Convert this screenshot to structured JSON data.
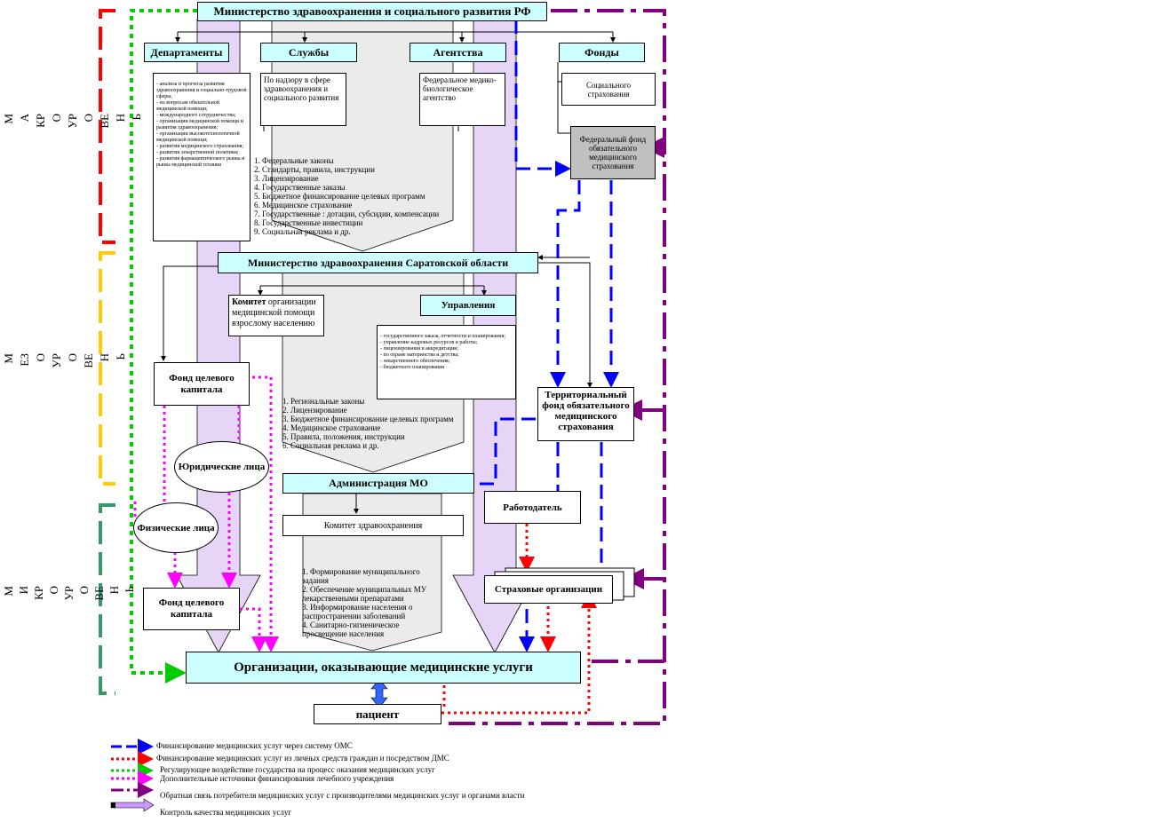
{
  "levels": {
    "macro": "М\nА\nКР\nО\nУР\nО\nВЕ\nН\nЬ",
    "meso": "М\nЕЗ\nО\nУР\nО\nВЕ\nН\nЬ",
    "micro": "М\nИ\nКР\nО\nУР\nО\nВЕ\nН\nЬ"
  },
  "nodes": {
    "ministry_rf": "Министерство здравоохранения и социального развития РФ",
    "departments": "Департаменты",
    "departments_text": "- анализа и прогноза развития здравоохранения и социально-трудовой сферы;\n- по вопросам обязательной медицинской помощи;\n- международного сотрудничества;\n- организации медицинской помощи и развития здравоохранения;\n- организации высокотехнологичной медицинской помощи;\n- развития медицинского страхования;\n- развития лекарственной политики;\n- развития фармацевтического рынка и рынка медицинской техники",
    "services": "Службы",
    "services_text": "По надзору в сфере здравоохранения и социального развития",
    "agencies": "Агентства",
    "agencies_text": "Федеральное медико-биологическое агентство",
    "funds": "Фонды",
    "funds_social": "Социального страхования",
    "federal_fund": "Федеральный фонд обязательного медицинского страхования",
    "federal_list": "1. Федеральные законы\n2. Стандарты, правила, инструкции\n3. Лицензирование\n4. Государственные заказы\n5. Бюджетное финансирование целевых программ\n6. Медицинское страхование\n7. Государственные : дотации, субсидии, компенсации\n8. Государственные инвестиции\n9. Социальная реклама и др.",
    "ministry_saratov": "Министерство здравоохранения Саратовской области",
    "committee_bold": "Комитет",
    "committee_text": " организации медицинской помощи взрослому населению",
    "departments_reg": "Управления",
    "departments_reg_text": "- государственного заказа, отчетности и планирования;\n- управление кадровых ресурсов и работы;\n- лицензирования и аккредитации;\n- по охране материнства и детства;\n- лекарственного обеспечения;\n- бюджетного планирования",
    "target_fund_top": "Фонд целевого капитала",
    "regional_list": "1. Региональные законы\n2. Лицензирование\n3. Бюджетное финансирование целевых программ\n4. Медицинское страхование\n5. Правила, положения, инструкции\n6. Социальная реклама и др.",
    "territorial_fund": "Территориальный фонд обязательного медицинского страхования",
    "legal_entities": "Юридические лица",
    "individuals": "Физические лица",
    "admin_mo": "Администрация МО",
    "health_committee": "Комитет здравоохранения",
    "employer": "Работодатель",
    "municipal_list": "1. Формирование муниципального задания\n2. Обеспечение муниципальных МУ лекарственными препаратами\n3. Информирование населения о распространении заболеваний\n4. Санитарно-гигиеническое просвещение населения",
    "insurance": "Страховые организации",
    "target_fund_bottom": "Фонд целевого капитала",
    "providers": "Организации, оказывающие медицинские услуги",
    "patient": "пациент"
  },
  "legend": [
    {
      "text": "Финансирование медицинских услуг через систему ОМС",
      "color": "#0000ff"
    },
    {
      "text": "Финансирование медицинских услуг из личных средств граждан и посредством ДМС",
      "color": "#ff0000"
    },
    {
      "text": "Регулирующее воздействие государства на процесс оказания медицинских услуг",
      "color": "#00cc00"
    },
    {
      "text": "Дополнительные источники финансирования лечебного учреждения",
      "color": "#ff00ff"
    },
    {
      "text": "Обратная связь потребителя медицинских услуг с производителями медицинских услуг и органами власти",
      "color": "#800080"
    },
    {
      "text": "Контроль качества медицинских услуг",
      "color": "#cc99ff"
    }
  ],
  "colors": {
    "header_fill": "#ccffff",
    "lavender": "#e6d5f7",
    "gray_arrow": "#ebebeb",
    "fund_gray": "#c0c0c0",
    "red_frame": "#ff0000",
    "yellow_frame": "#ffcc00",
    "green_frame": "#339966"
  }
}
